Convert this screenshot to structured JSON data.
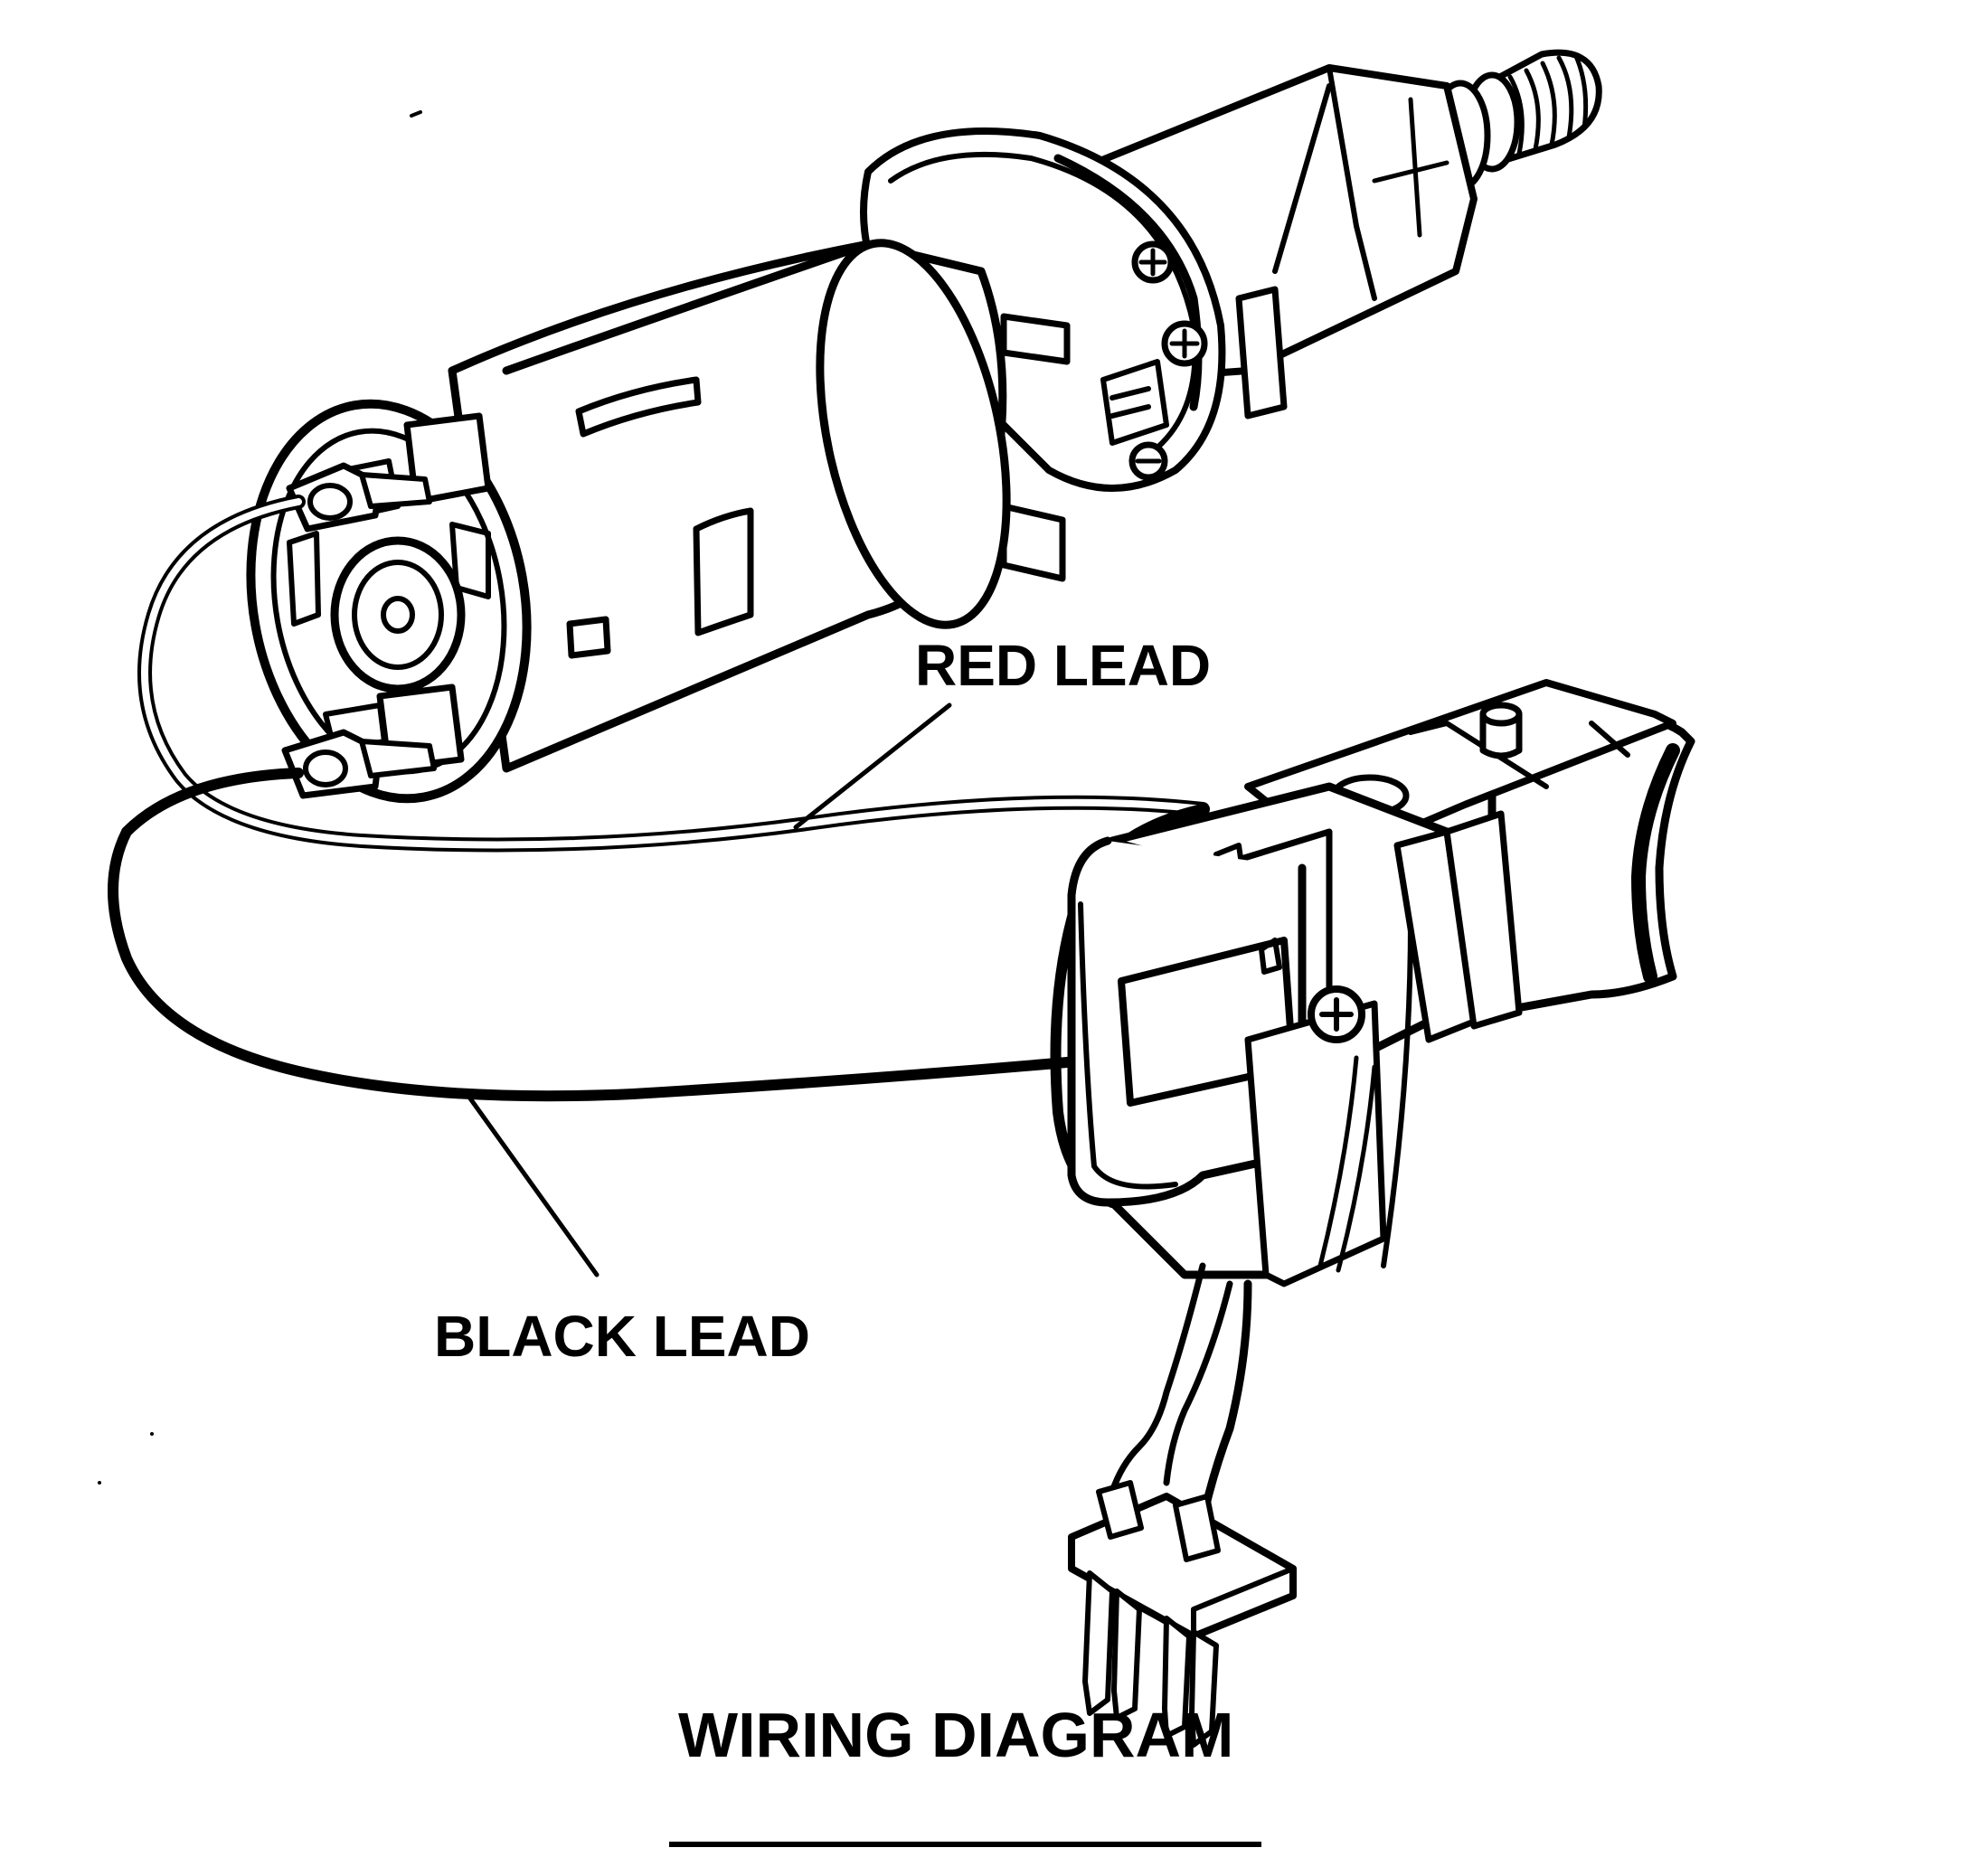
{
  "labels": {
    "red_lead": "RED LEAD",
    "black_lead": "BLACK LEAD",
    "title": "WIRING DIAGRAM"
  },
  "colors": {
    "ink": "#000000",
    "paper": "#ffffff"
  }
}
